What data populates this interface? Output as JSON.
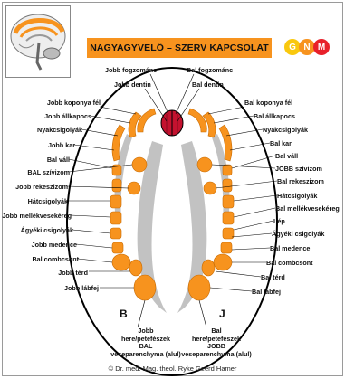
{
  "title": "NAGYAGYVELŐ – SZERV KAPCSOLAT",
  "logo": {
    "letters": [
      "G",
      "N",
      "M"
    ],
    "colors": [
      "#f9c80e",
      "#f7931e",
      "#e8202a"
    ]
  },
  "colors": {
    "organ": "#f7931e",
    "grey": "#c2c2c2",
    "red": "#c4122f",
    "banner": "#f7931e"
  },
  "labels_top": {
    "a": "Jobb fogzománc",
    "b": "Bal fogzománc",
    "c": "Jobb dentin",
    "d": "Bal dentin"
  },
  "labels_left": [
    "Jobb koponya fél",
    "Jobb állkapocs",
    "Nyakcsigolyák",
    "Jobb kar",
    "Bal váll",
    "BAL szívizom",
    "Jobb rekeszizom",
    "Hátcsigolyák",
    "Jobb mellékvesekéreg",
    "Ágyéki csigolyák",
    "Jobb medence",
    "Bal combcsont",
    "Jobb térd",
    "Jobb lábfej"
  ],
  "labels_right": [
    "Bal koponya fél",
    "Bal állkapocs",
    "Nyakcsigolyák",
    "Bal kar",
    "Bal váll",
    "JOBB szívizom",
    "Bal rekeszizom",
    "Hátcsigolyák",
    "Bal mellékvesekéreg",
    "Lép",
    "Ágyéki csigolyák",
    "Bal medence",
    "Bal combcsont",
    "Bal térd",
    "Bal lábfej"
  ],
  "side_left": "B",
  "side_right": "J",
  "bottom_left": [
    "Jobb",
    "here/petefészek",
    "BAL",
    "veseparenchyma (alul)"
  ],
  "bottom_right": [
    "Bal",
    "here/petefészek",
    "JOBB",
    "veseparenchyma (alul)"
  ],
  "footer": "© Dr. med. Mag. theol. Ryke Geerd Hamer"
}
